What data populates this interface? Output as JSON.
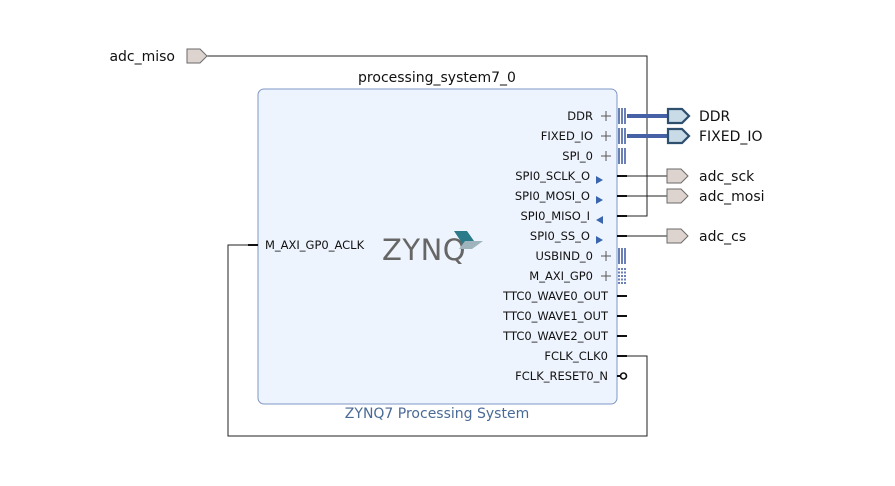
{
  "block": {
    "instance_name": "processing_system7_0",
    "ip_name": "ZYNQ7 Processing System",
    "logo_text": "ZYNQ"
  },
  "left_ports": [
    {
      "label": "M_AXI_GP0_ACLK"
    }
  ],
  "right_ports": [
    {
      "label": "DDR",
      "kind": "bus"
    },
    {
      "label": "FIXED_IO",
      "kind": "bus"
    },
    {
      "label": "SPI_0",
      "kind": "bus"
    },
    {
      "label": "SPI0_SCLK_O",
      "kind": "output"
    },
    {
      "label": "SPI0_MOSI_O",
      "kind": "output"
    },
    {
      "label": "SPI0_MISO_I",
      "kind": "input"
    },
    {
      "label": "SPI0_SS_O",
      "kind": "output"
    },
    {
      "label": "USBIND_0",
      "kind": "bus"
    },
    {
      "label": "M_AXI_GP0",
      "kind": "bus-dotted"
    },
    {
      "label": "TTC0_WAVE0_OUT",
      "kind": "pin"
    },
    {
      "label": "TTC0_WAVE1_OUT",
      "kind": "pin"
    },
    {
      "label": "TTC0_WAVE2_OUT",
      "kind": "pin"
    },
    {
      "label": "FCLK_CLK0",
      "kind": "pin"
    },
    {
      "label": "FCLK_RESET0_N",
      "kind": "reset"
    }
  ],
  "external_ports": {
    "adc_miso": "adc_miso",
    "ddr": "DDR",
    "fixed_io": "FIXED_IO",
    "adc_sck": "adc_sck",
    "adc_mosi": "adc_mosi",
    "adc_cs": "adc_cs"
  },
  "colors": {
    "block_fill": "#eef4fd",
    "block_stroke": "#7f97c4",
    "bus": "#4761a7",
    "bus_port_fill": "#c9dbe7",
    "bus_port_stroke": "#2f4f6f",
    "ext_port_fill": "#ddd3cf",
    "ext_port_stroke": "#6a6a6a",
    "arrow": "#3a66b0",
    "logo_text": "#666666",
    "logo_accent": "#2b7a8a"
  }
}
